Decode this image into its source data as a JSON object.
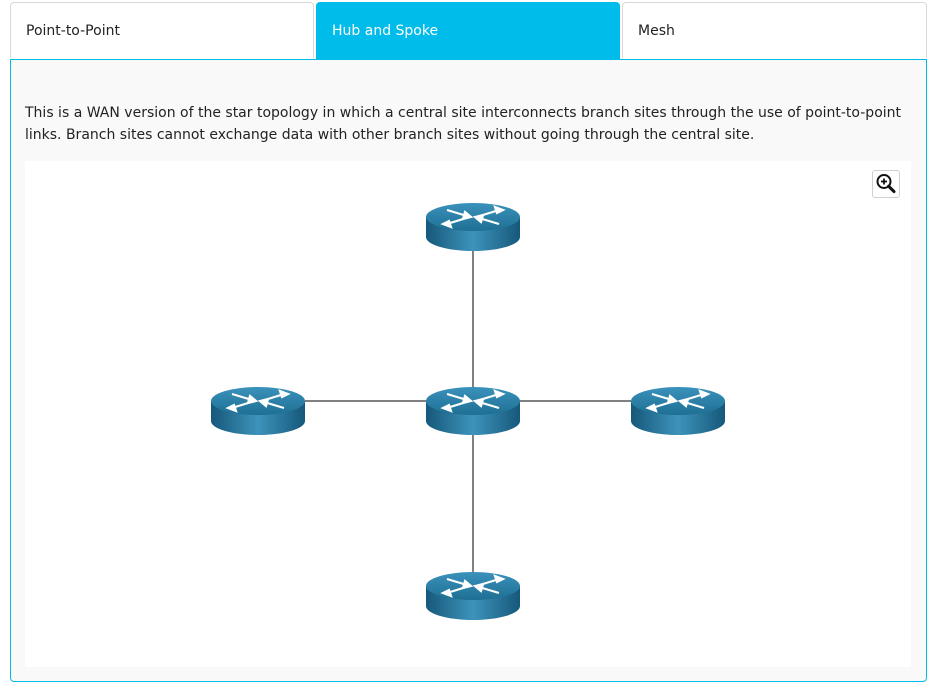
{
  "tabs": [
    {
      "label": "Point-to-Point",
      "active": false
    },
    {
      "label": "Hub and Spoke",
      "active": true
    },
    {
      "label": "Mesh",
      "active": false
    }
  ],
  "panel": {
    "description": "This is a WAN version of the star topology in which a central site interconnects branch sites through the use of point-to-point links. Branch sites cannot exchange data with other branch sites without going through the central site."
  },
  "diagram": {
    "zoom_icon": "zoom-in-icon",
    "device_icon": "router-icon",
    "routers": [
      "hub",
      "spoke-top",
      "spoke-left",
      "spoke-right",
      "spoke-bottom"
    ],
    "links": [
      [
        "hub",
        "spoke-top"
      ],
      [
        "hub",
        "spoke-left"
      ],
      [
        "hub",
        "spoke-right"
      ],
      [
        "hub",
        "spoke-bottom"
      ]
    ]
  },
  "colors": {
    "accent": "#00bceb",
    "router_body": "#1f6f93",
    "router_top": "#2e89b3",
    "link": "#000000"
  }
}
